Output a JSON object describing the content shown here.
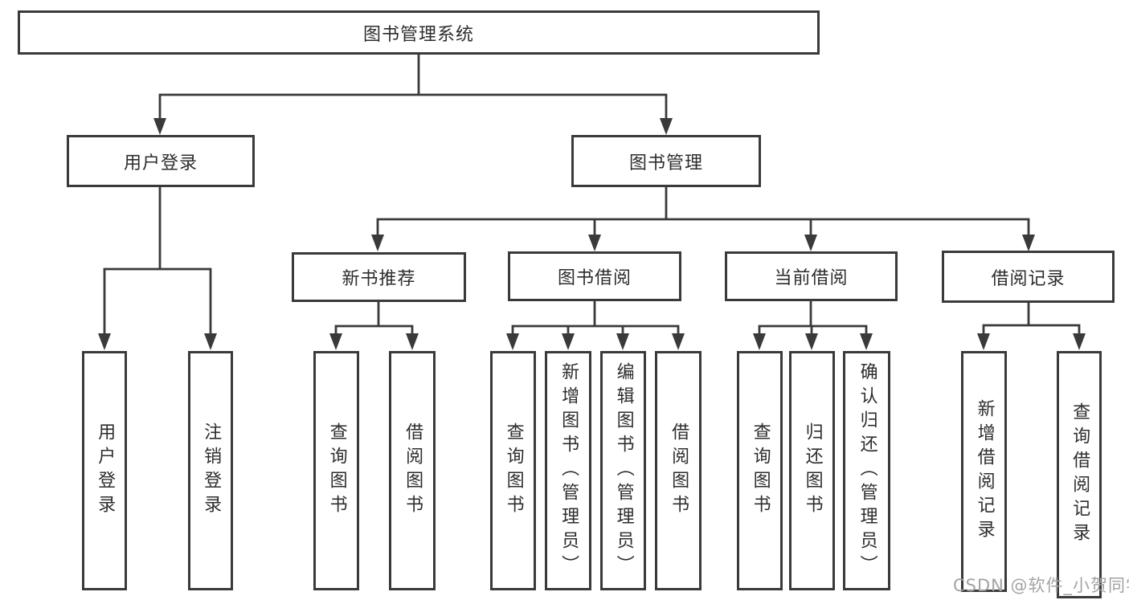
{
  "title": "图书管理系统",
  "nodes": {
    "root": "图书管理系统",
    "user_login": "用户登录",
    "book_management": "图书管理",
    "new_book_recommend": "新书推荐",
    "book_borrowing": "图书借阅",
    "current_borrowing": "当前借阅",
    "borrowing_records": "借阅记录",
    "leaf_user_login": "用户登录",
    "leaf_logout": "注销登录",
    "leaf_nbr_query": "查询图书",
    "leaf_nbr_borrow": "借阅图书",
    "leaf_bb_query": "查询图书",
    "leaf_bb_add": "新增图书（管理员）",
    "leaf_bb_edit": "编辑图书（管理员）",
    "leaf_bb_borrow": "借阅图书",
    "leaf_cb_query": "查询图书",
    "leaf_cb_return": "归还图书",
    "leaf_cb_confirm": "确认归还（管理员）",
    "leaf_br_add": "新增借阅记录",
    "leaf_br_query": "查询借阅记录"
  },
  "watermark": "CSDN @软件_小贺同学",
  "colors": {
    "line": "#3a3a3a",
    "text": "#2d2d2d",
    "watermark": "#a3a3a3",
    "background": "#ffffff",
    "box_fill": "#ffffff"
  }
}
